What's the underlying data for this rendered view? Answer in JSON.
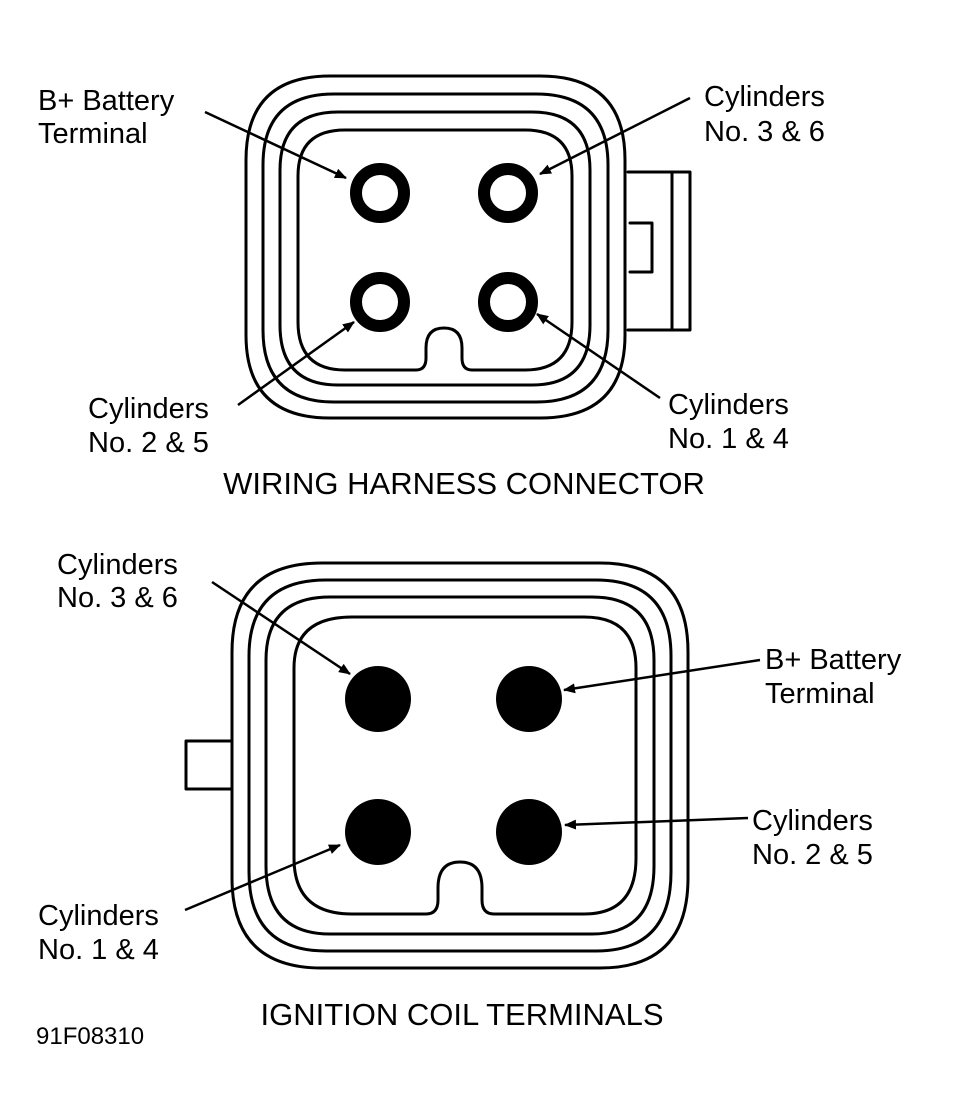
{
  "colors": {
    "ink": "#000000",
    "paper": "#ffffff"
  },
  "harness": {
    "caption": "WIRING HARNESS CONNECTOR",
    "labels": {
      "top_left": [
        "B+ Battery",
        "Terminal"
      ],
      "top_right": [
        "Cylinders",
        "No. 3 & 6"
      ],
      "bottom_left": [
        "Cylinders",
        "No. 2 & 5"
      ],
      "bottom_right": [
        "Cylinders",
        "No. 1 & 4"
      ]
    }
  },
  "coil": {
    "caption": "IGNITION COIL TERMINALS",
    "labels": {
      "top_left": [
        "Cylinders",
        "No. 3 & 6"
      ],
      "top_right": [
        "B+ Battery",
        "Terminal"
      ],
      "bottom_right": [
        "Cylinders",
        "No. 2 & 5"
      ],
      "bottom_left": [
        "Cylinders",
        "No. 1 & 4"
      ]
    }
  },
  "figure_code": "91F08310"
}
